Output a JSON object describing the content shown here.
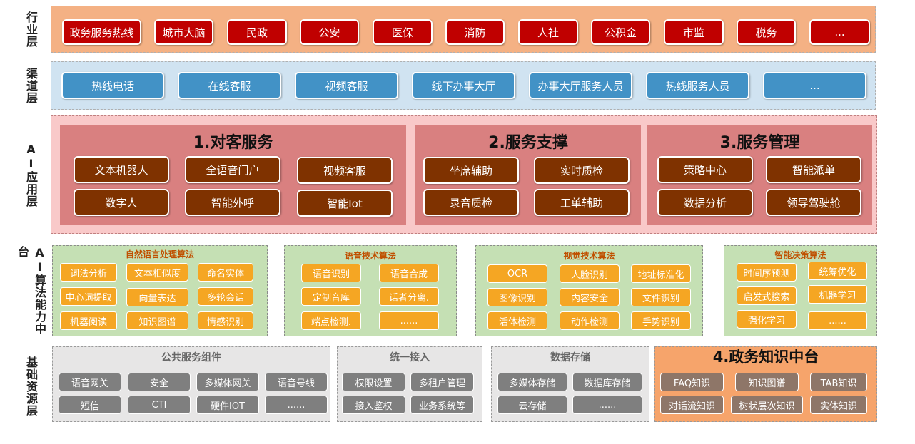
{
  "layers": {
    "industry": "行业层",
    "channel": "渠道层",
    "ai_app": "AI应用层",
    "ai_algo": "AI算法能力中台",
    "base": "基础资源层"
  },
  "industry_items": [
    "政务服务热线",
    "城市大脑",
    "民政",
    "公安",
    "医保",
    "消防",
    "人社",
    "公积金",
    "市监",
    "税务",
    "..."
  ],
  "channel_items": [
    "热线电话",
    "在线客服",
    "视频客服",
    "线下办事大厅",
    "办事大厅服务人员",
    "热线服务人员",
    "..."
  ],
  "ai_app": {
    "customer_service": {
      "title": "1.对客服务",
      "items": [
        "文本机器人",
        "全语音门户",
        "视频客服",
        "数字人",
        "智能外呼",
        "智能Iot"
      ]
    },
    "service_support": {
      "title": "2.服务支撑",
      "items": [
        "坐席辅助",
        "实时质检",
        "录音质检",
        "工单辅助"
      ]
    },
    "service_management": {
      "title": "3.服务管理",
      "items": [
        "策略中心",
        "智能派单",
        "数据分析",
        "领导驾驶舱"
      ]
    }
  },
  "algorithms": {
    "nlp": {
      "title": "自然语言处理算法",
      "items": [
        "词法分析",
        "文本相似度",
        "命名实体",
        "中心词提取",
        "向量表达",
        "多轮会话",
        "机器阅读",
        "知识图谱",
        "情感识别"
      ]
    },
    "speech": {
      "title": "语音技术算法",
      "items": [
        "语音识别",
        "语音合成",
        "定制音库",
        "话者分离.",
        "端点检测.",
        "......"
      ]
    },
    "vision": {
      "title": "视觉技术算法",
      "items": [
        "OCR",
        "人脸识别",
        "地址标准化",
        "图像识别",
        "内容安全",
        "文件识别",
        "活体检测",
        "动作检测",
        "手势识别"
      ]
    },
    "decision": {
      "title": "智能决策算法",
      "items": [
        "时间序预测",
        "统筹优化",
        "启发式搜索",
        "机器学习",
        "强化学习",
        "......"
      ]
    }
  },
  "base": {
    "public": {
      "title": "公共服务组件",
      "items": [
        "语音网关",
        "安全",
        "多媒体网关",
        "语音号线",
        "短信",
        "CTI",
        "硬件IOT",
        "......"
      ]
    },
    "access": {
      "title": "统一接入",
      "items": [
        "权限设置",
        "多租户管理",
        "接入鉴权",
        "业务系统等"
      ]
    },
    "storage": {
      "title": "数据存储",
      "items": [
        "多媒体存储",
        "数据库存储",
        "云存储",
        "......"
      ]
    },
    "knowledge": {
      "title": "4.政务知识中台",
      "items": [
        "FAQ知识",
        "知识图谱",
        "TAB知识",
        "对话流知识",
        "树状层次知识",
        "实体知识"
      ]
    }
  },
  "colors": {
    "industry_band": "#f4b184",
    "industry_button": "#c00000",
    "channel_band": "#d0e3f1",
    "channel_button": "#4292c6",
    "app_band": "#f9c9c9",
    "app_panel": "#d98080",
    "app_button": "#7f3200",
    "algo_band": "#c5e0b4",
    "algo_button": "#f5a623",
    "base_band": "#e7e6e6",
    "base_button": "#7f7f7f",
    "knowledge_band": "#f6a46b",
    "knowledge_button": "#8e7668"
  }
}
